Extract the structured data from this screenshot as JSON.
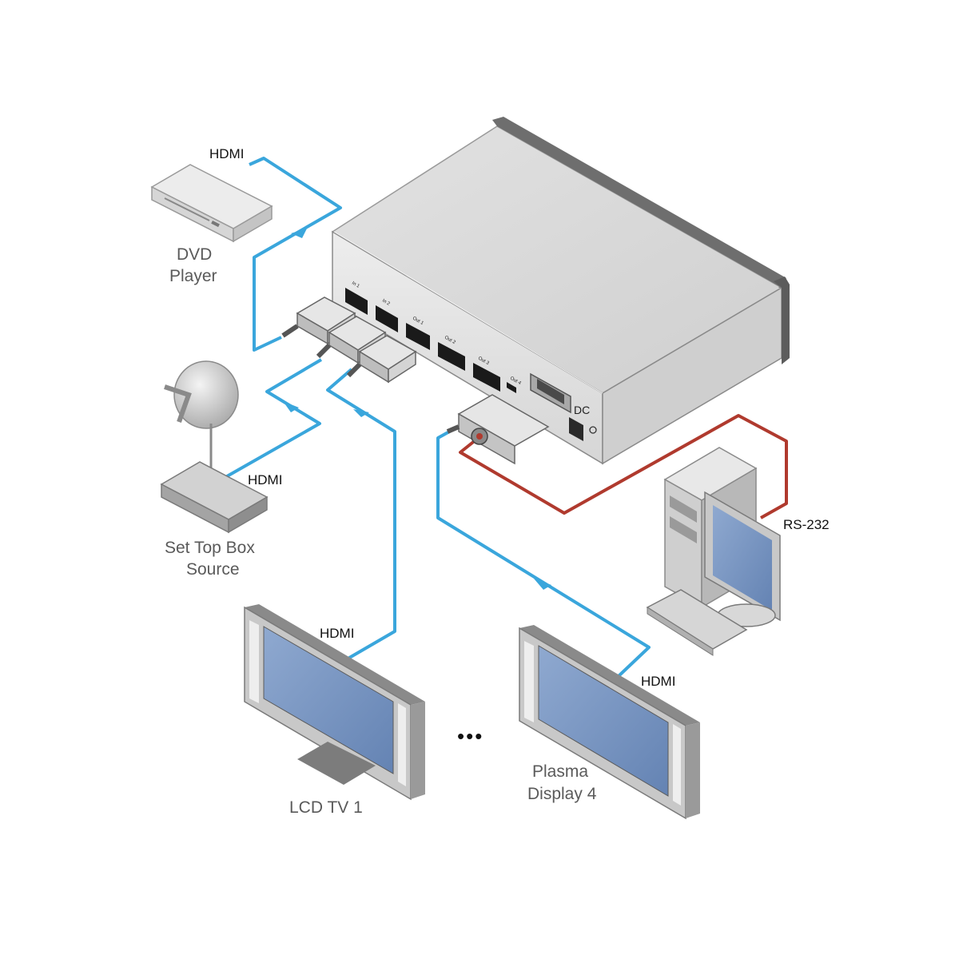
{
  "colors": {
    "hdmi_cable": "#3aa6dc",
    "rs232_cable": "#b03a2e",
    "device_gray": "#c9c9c9",
    "screen_blue": "#7d98c2"
  },
  "cable_labels": {
    "dvd_hdmi": "HDMI",
    "stb_hdmi": "HDMI",
    "lcd_hdmi": "HDMI",
    "plasma_hdmi": "HDMI",
    "rs232": "RS-232"
  },
  "devices": {
    "dvd": {
      "line1": "DVD",
      "line2": "Player"
    },
    "stb": {
      "line1": "Set Top Box",
      "line2": "Source"
    },
    "lcd": {
      "line1": "LCD TV 1"
    },
    "plasma": {
      "line1": "Plasma",
      "line2": "Display 4"
    }
  },
  "matrix_ports": {
    "in1": "In 1",
    "in2": "In 2",
    "out1": "Out 1",
    "out2": "Out 2",
    "out3": "Out 3",
    "out4": "Out 4",
    "dc": "DC"
  },
  "ellipsis": "•••"
}
